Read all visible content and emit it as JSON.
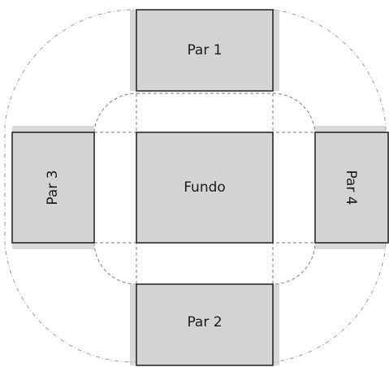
{
  "diagram": {
    "labels": {
      "top": "Par 1",
      "bottom": "Par 2",
      "left": "Par 3",
      "right": "Par 4",
      "center": "Fundo"
    },
    "colors": {
      "panel_fill": "#d3d3d3",
      "panel_stroke": "#2a2a2a",
      "guide_stroke": "#9a9a9a",
      "background": "#ffffff"
    }
  }
}
